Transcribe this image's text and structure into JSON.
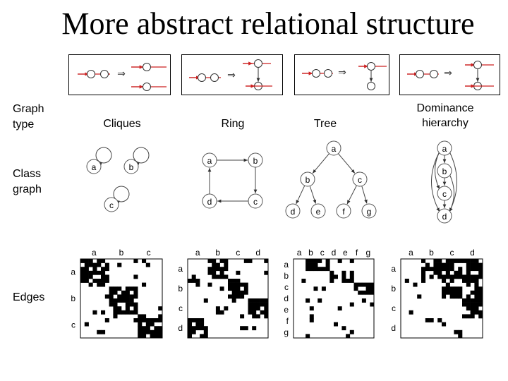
{
  "title": "More abstract relational structure",
  "row_labels": {
    "graph_type": [
      "Graph",
      "type"
    ],
    "class_graph": [
      "Class",
      "graph"
    ],
    "edges": "Edges"
  },
  "columns": [
    {
      "id": "cliques",
      "label_lines": [
        "Cliques"
      ],
      "nodes": [
        "a",
        "b",
        "c"
      ]
    },
    {
      "id": "ring",
      "label_lines": [
        "Ring"
      ],
      "nodes": [
        "a",
        "b",
        "c",
        "d"
      ]
    },
    {
      "id": "tree",
      "label_lines": [
        "Tree"
      ],
      "nodes": [
        "a",
        "b",
        "c",
        "d",
        "e",
        "f",
        "g"
      ]
    },
    {
      "id": "dominance",
      "label_lines": [
        "Dominance",
        "hierarchy"
      ],
      "nodes": [
        "a",
        "b",
        "c",
        "d"
      ]
    }
  ],
  "matrices": {
    "cliques": {
      "top": [
        "a",
        "b",
        "c"
      ],
      "left": [
        "a",
        "b",
        "c"
      ]
    },
    "ring": {
      "top": [
        "a",
        "b",
        "c",
        "d"
      ],
      "left": [
        "a",
        "b",
        "c",
        "d"
      ]
    },
    "tree": {
      "top": [
        "a",
        "b",
        "c",
        "d",
        "e",
        "f",
        "g"
      ],
      "left": [
        "a",
        "b",
        "c",
        "d",
        "e",
        "f",
        "g"
      ]
    },
    "dominance": {
      "top": [
        "a",
        "b",
        "c",
        "d"
      ],
      "left": [
        "a",
        "b",
        "c",
        "d"
      ]
    }
  },
  "rule_arrow_glyph": "⇒",
  "colors": {
    "rule_edge": "#cc2222",
    "node_stroke": "#333333",
    "cell": "#000000"
  }
}
